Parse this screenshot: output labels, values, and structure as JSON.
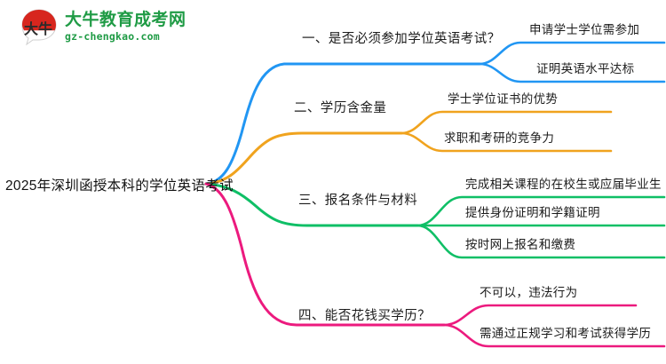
{
  "logo": {
    "mark_text": "大牛",
    "title": "大牛教育成考网",
    "domain": "gz-chengkao.com",
    "brand_green": "#1f9b45",
    "brand_red": "#d7261e"
  },
  "mindmap": {
    "root": {
      "label": "2025年深圳函授本科的学位英语考试"
    },
    "branches": [
      {
        "label": "一、是否必须参加学位英语考试？",
        "color": "#2196f3",
        "children": [
          {
            "label": "申请学士学位需参加"
          },
          {
            "label": "证明英语水平达标"
          }
        ]
      },
      {
        "label": "二、学历含金量",
        "color": "#f0a31e",
        "children": [
          {
            "label": "学士学位证书的优势"
          },
          {
            "label": "求职和考研的竞争力"
          }
        ]
      },
      {
        "label": "三、报名条件与材料",
        "color": "#0fbf66",
        "children": [
          {
            "label": "完成相关课程的在校生或应届毕业生"
          },
          {
            "label": "提供身份证明和学籍证明"
          },
          {
            "label": "按时网上报名和缴费"
          }
        ]
      },
      {
        "label": "四、能否花钱买学历？",
        "color": "#ec1a7e",
        "children": [
          {
            "label": "不可以，违法行为"
          },
          {
            "label": "需通过正规学习和考试获得学历"
          }
        ]
      }
    ]
  }
}
